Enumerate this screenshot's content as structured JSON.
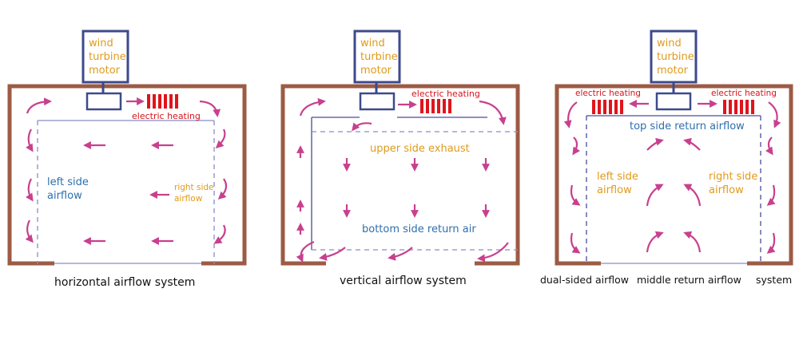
{
  "colors": {
    "wall": "#9c5b45",
    "motor": "#3d4a8c",
    "duct": "#6a6cb8",
    "arrow": "#c8408e",
    "heater": "#e0141c",
    "heating_text": "#d4141c",
    "orange_text": "#e09a1a",
    "blue_text": "#2e6fae"
  },
  "diagrams": [
    {
      "motor_label": [
        "wind",
        "turbine",
        "motor"
      ],
      "heating_label": "electric heating",
      "labels": {
        "left_line1": "left side",
        "left_line2": "airflow",
        "right_line1": "right side",
        "right_line2": "airflow"
      },
      "caption": "horizontal airflow system"
    },
    {
      "motor_label": [
        "wind",
        "turbine",
        "motor"
      ],
      "heating_label": "electric heating",
      "labels": {
        "top": "upper side exhaust",
        "bottom": "bottom side return air"
      },
      "caption": "vertical airflow system"
    },
    {
      "motor_label": [
        "wind",
        "turbine",
        "motor"
      ],
      "heating_label_left": "electric heating",
      "heating_label_right": "electric heating",
      "labels": {
        "top": "top side return airflow",
        "left_line1": "left side",
        "left_line2": "airflow",
        "right_line1": "right side",
        "right_line2": "airflow"
      },
      "caption_parts": [
        "dual-sided airflow",
        "middle return airflow",
        "system"
      ]
    }
  ]
}
